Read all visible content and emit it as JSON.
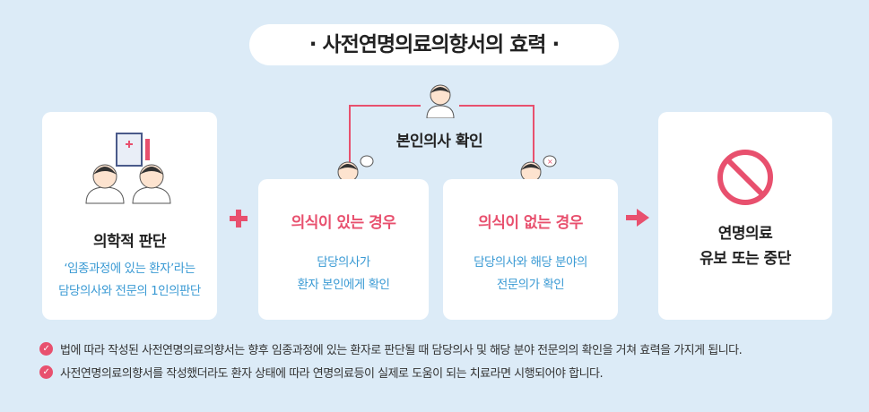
{
  "title": "· 사전연명의료의향서의 효력 ·",
  "confirm_label": "본인의사 확인",
  "cards": [
    {
      "title": "의학적 판단",
      "lines": [
        "‘임종과정에 있는 환자’라는",
        "담당의사와 전문의 1인의판단"
      ]
    },
    {
      "title": "의식이 있는 경우",
      "lines": [
        "담당의사가",
        "환자 본인에게 확인"
      ]
    },
    {
      "title": "의식이 없는 경우",
      "lines": [
        "담당의사와 해당 분야의",
        "전문의가 확인"
      ]
    },
    {
      "title_lines": [
        "연명의료",
        "유보 또는 중단"
      ]
    }
  ],
  "notes": [
    "법에 따라 작성된 사전연명의료의향서는 향후 임종과정에 있는 환자로 판단될 때 담당의사 및 해당 분야 전문의의 확인을 거쳐 효력을 가지게 됩니다.",
    "사전연명의료의향서를 작성했더라도 환자 상태에 따라 연명의료등이 실제로 도움이 되는 치료라면 시행되어야 합니다."
  ],
  "colors": {
    "accent": "#e8506e",
    "blue_text": "#3a9ad4",
    "background": "#dcebf7"
  }
}
